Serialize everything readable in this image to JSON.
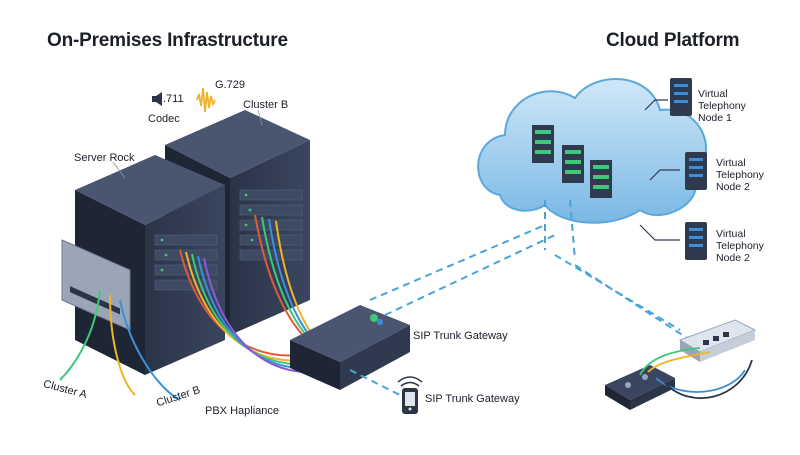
{
  "titles": {
    "left": "On-Premises Infrastructure",
    "right": "Cloud Platform"
  },
  "codec": {
    "label_a": ".711",
    "label_b": "G.729",
    "caption": "Codec"
  },
  "labels": {
    "cluster_b_top": "Cluster B",
    "server_rack": "Server Rock",
    "cluster_a": "Cluster A",
    "cluster_b_bottom": "Cluster B",
    "pbx": "PBX Hapliance",
    "sip_gateway_1": "SIP Trunk Gateway",
    "sip_gateway_2": "SIP Trunk Gateway"
  },
  "cloud_nodes": [
    {
      "label": "Virtual Telephony Node 1"
    },
    {
      "label": "Virtual Telephony Node 2"
    },
    {
      "label": "Virtual Telephony Node 2"
    }
  ],
  "colors": {
    "rack_dark": "#2b3547",
    "rack_side": "#1c2433",
    "cloud_fill": "#8fc6ea",
    "cloud_stroke": "#5aa8dc",
    "dashed_link": "#4aa3d8",
    "node_box": "#2f3a4f",
    "wave": "#f0b429",
    "accent_green": "#3ec97a"
  }
}
